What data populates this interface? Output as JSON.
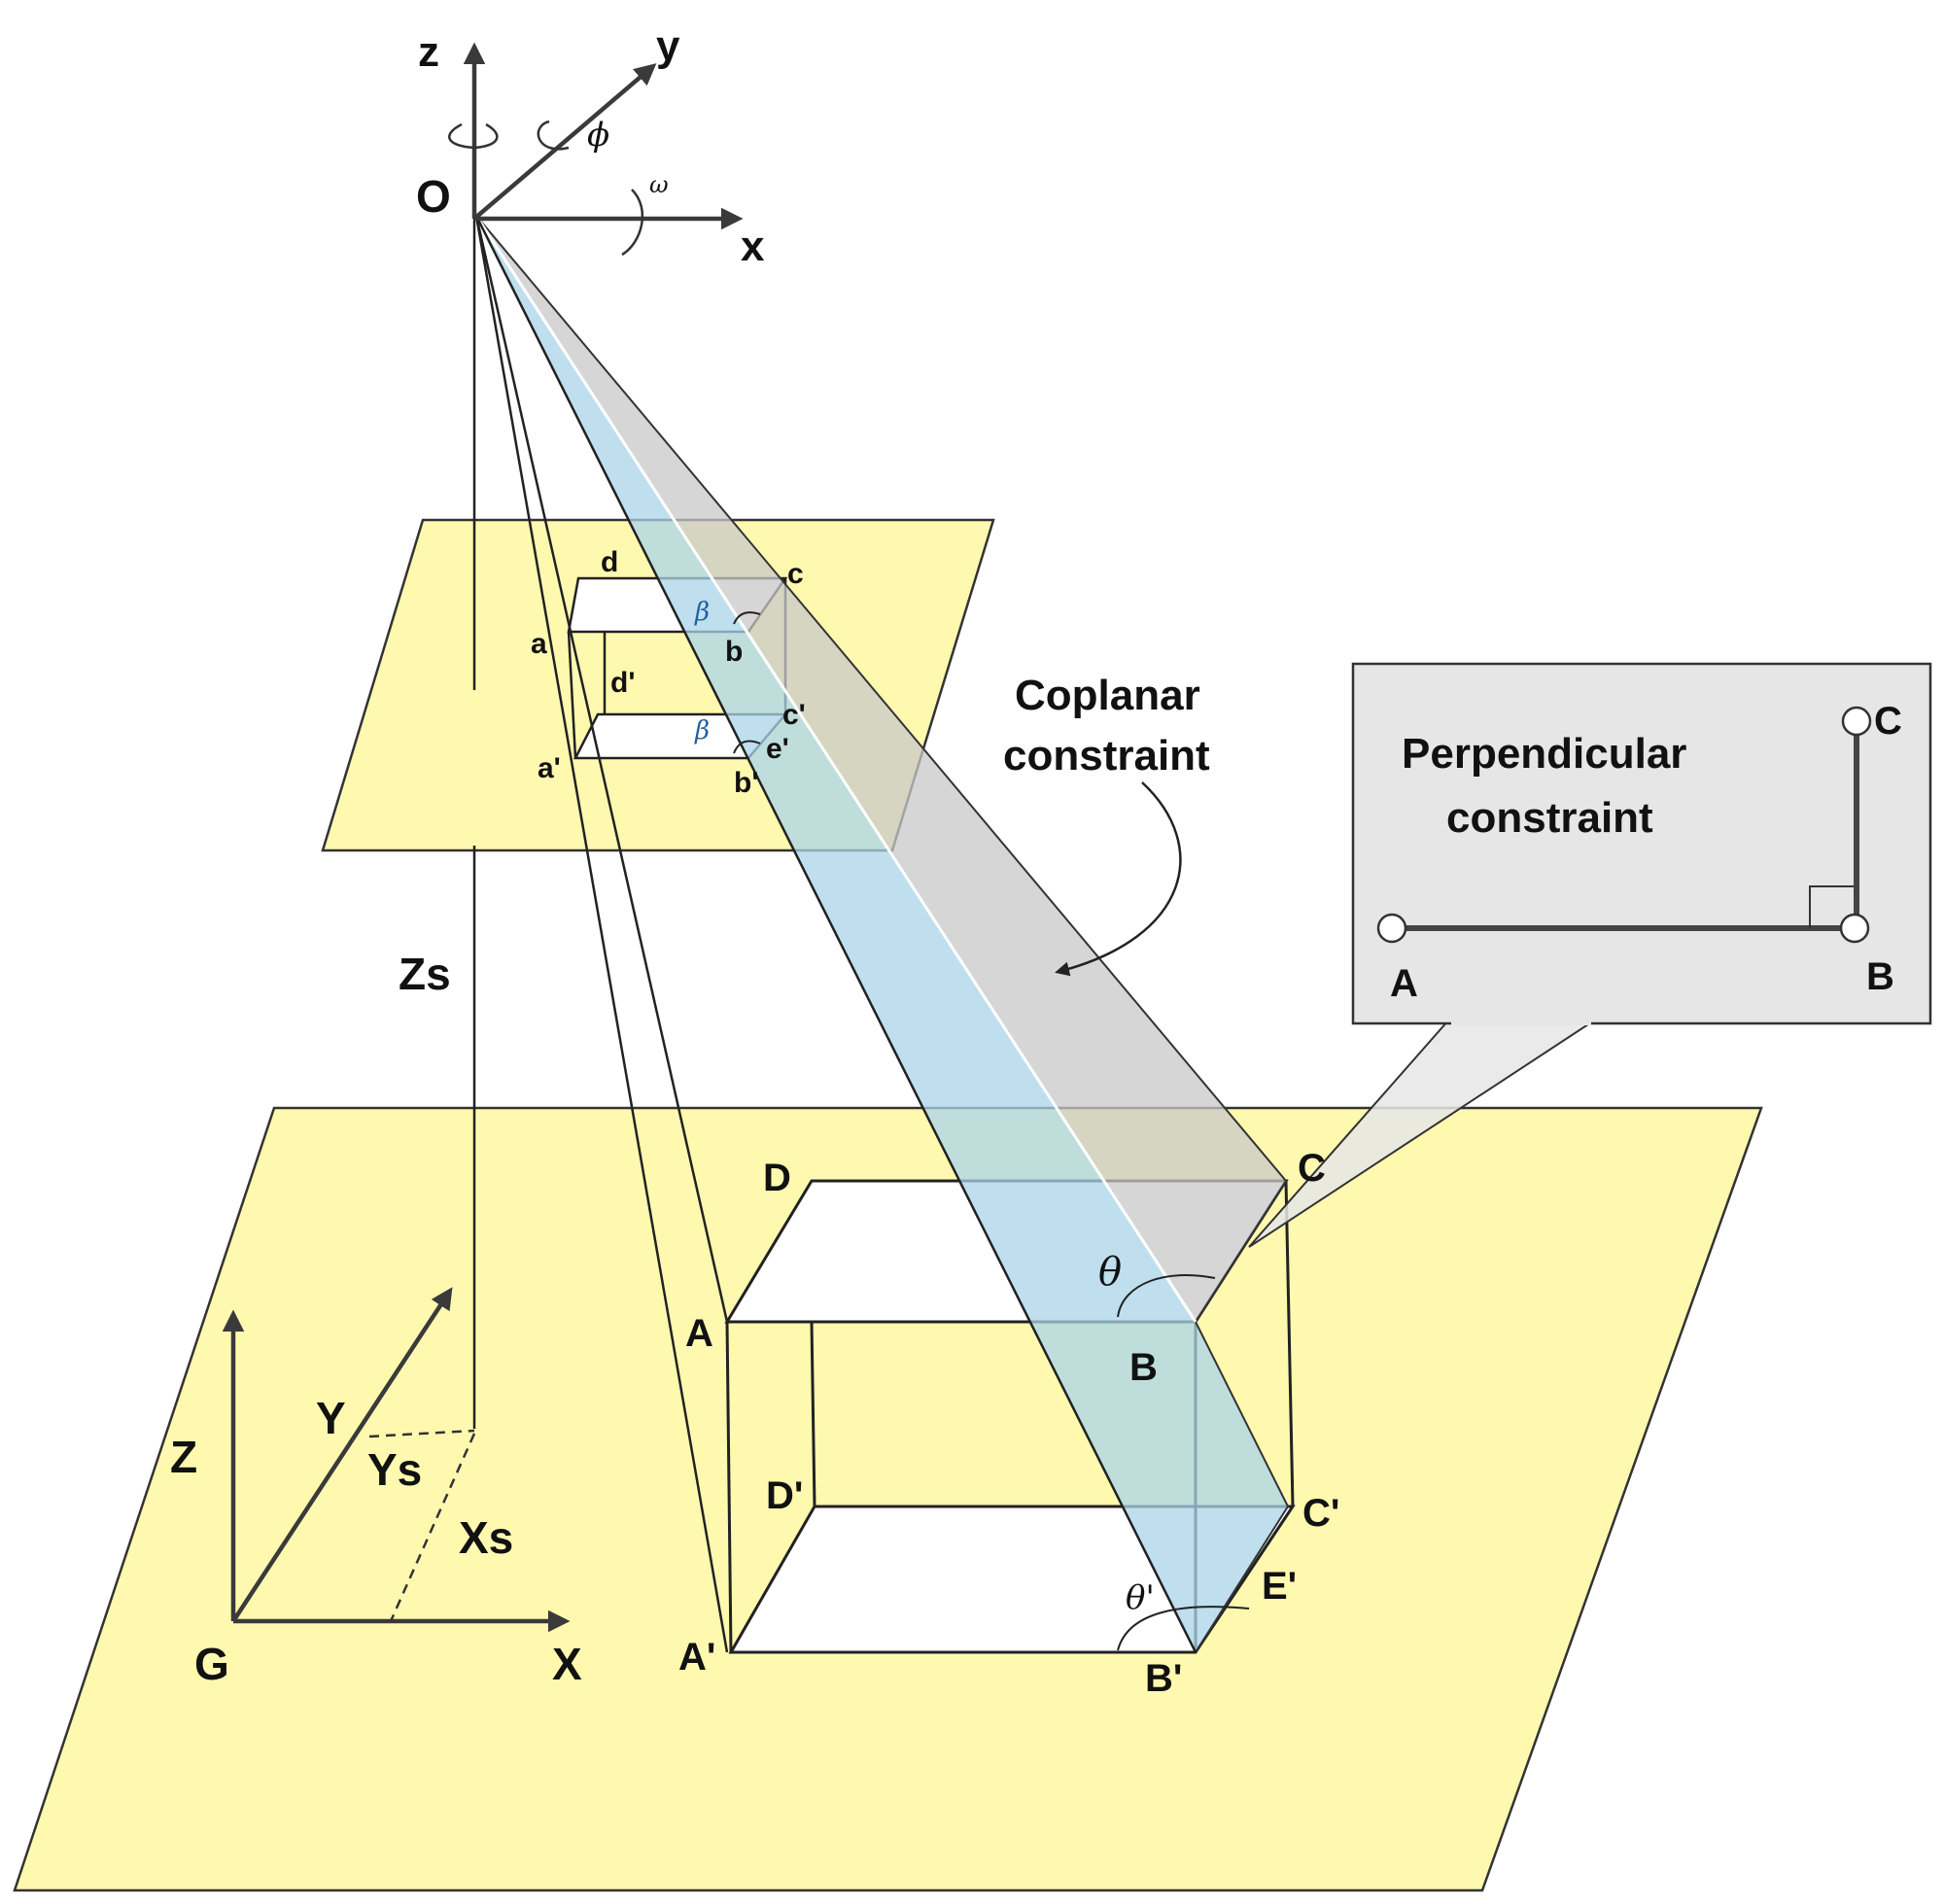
{
  "camera": {
    "origin": "O",
    "axes": {
      "x": "x",
      "y": "y",
      "z": "z"
    },
    "rotations": {
      "phi": "ϕ",
      "omega": "ω"
    }
  },
  "image_plane": {
    "points": {
      "a": "a",
      "b": "b",
      "c": "c",
      "d": "d",
      "a_prime": "a'",
      "b_prime": "b'",
      "c_prime": "c'",
      "d_prime": "d'",
      "e_prime": "e'"
    },
    "angle": "β"
  },
  "heights": {
    "zs": "Zs",
    "ys": "Ys",
    "xs": "Xs"
  },
  "ground": {
    "origin": "G",
    "axes": {
      "X": "X",
      "Y": "Y",
      "Z": "Z"
    },
    "points": {
      "A": "A",
      "B": "B",
      "C": "C",
      "D": "D",
      "A_prime": "A'",
      "B_prime": "B'",
      "C_prime": "C'",
      "D_prime": "D'",
      "E_prime": "E'"
    },
    "angles": {
      "theta": "θ",
      "theta_prime": "θ'"
    }
  },
  "coplanar": {
    "line1": "Coplanar",
    "line2": "constraint"
  },
  "callout": {
    "title_line1": "Perpendicular",
    "title_line2": "constraint",
    "point_a": "A",
    "point_b": "B",
    "point_c": "C"
  },
  "colors": {
    "plane_yellow": "#fff9b0",
    "wedge_gray": "#c8c8c8",
    "wedge_blue": "#a9d4ea",
    "callout_bg": "#e6e6e6"
  }
}
